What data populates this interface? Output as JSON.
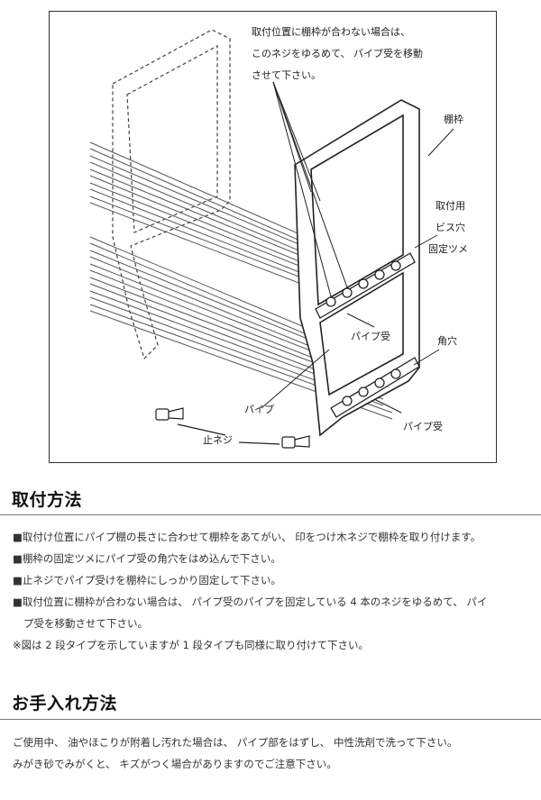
{
  "figure": {
    "note": [
      "取付位置に棚枠が合わない場合は、",
      "このネジをゆるめて、 パイプ受を移動",
      "させて下さい。"
    ],
    "labels": {
      "frame": "棚枠",
      "screw_hole_1": "取付用",
      "screw_hole_2": "ビス穴",
      "claw": "固定ツメ",
      "pipe_holder_upper": "パイプ受",
      "square_hole": "角穴",
      "pipe": "パイプ",
      "pipe_holder_lower": "パイプ受",
      "stop_screw": "止ネジ"
    }
  },
  "install": {
    "title": "取付方法",
    "items": [
      "■取付け位置にパイプ棚の長さに合わせて棚枠をあてがい、 印をつけ木ネジで棚枠を取り付けます。",
      "■棚枠の固定ツメにパイプ受の角穴をはめ込んで下さい。",
      "■止ネジでパイプ受けを棚枠にしっかり固定して下さい。",
      "■取付位置に棚枠が合わない場合は、 パイプ受のパイプを固定している 4 本のネジをゆるめて、 パイ",
      "プ受を移動させて下さい。",
      "※図は 2 段タイプを示していますが 1 段タイプも同様に取り付けて下さい。"
    ]
  },
  "care": {
    "title": "お手入れ方法",
    "lines": [
      "ご使用中、 油やほこりが附着し汚れた場合は、 パイプ部をはずし、 中性洗剤で洗って下さい。",
      "みがき砂でみがくと、 キズがつく場合がありますのでご注意下さい。"
    ]
  }
}
